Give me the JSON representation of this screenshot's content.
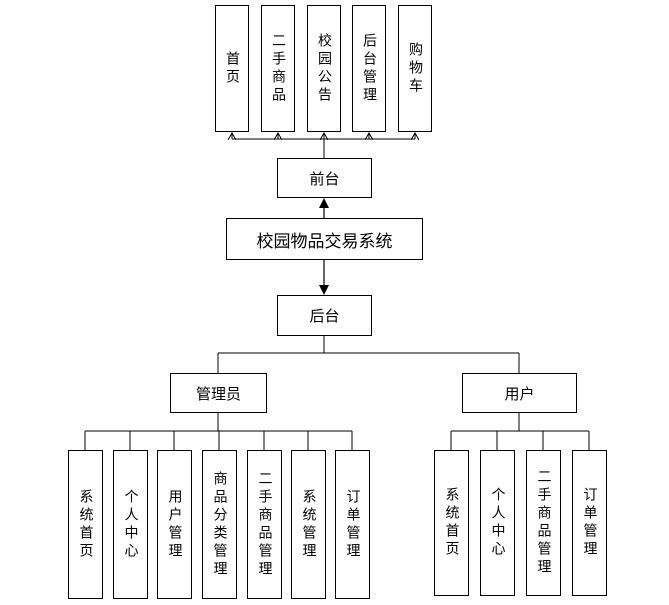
{
  "root": "校园物品交易系统",
  "frontend": {
    "label": "前台",
    "modules": [
      "首页",
      "二手商品",
      "校园公告",
      "后台管理",
      "购物车"
    ]
  },
  "backend": {
    "label": "后台",
    "admin": {
      "label": "管理员",
      "modules": [
        "系统首页",
        "个人中心",
        "用户管理",
        "商品分类管理",
        "二手商品管理",
        "系统管理",
        "订单管理"
      ]
    },
    "user": {
      "label": "用户",
      "modules": [
        "系统首页",
        "个人中心",
        "二手商品管理",
        "订单管理"
      ]
    }
  }
}
